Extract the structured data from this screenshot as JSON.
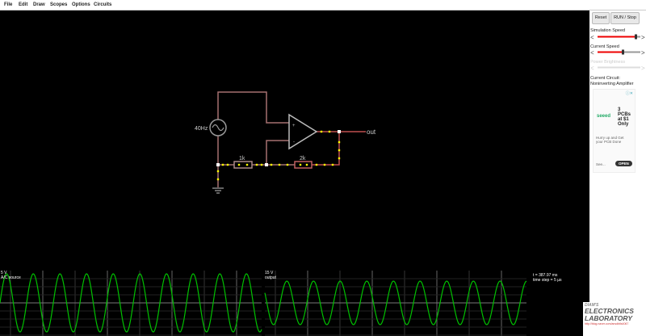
{
  "menu": [
    "File",
    "Edit",
    "Draw",
    "Scopes",
    "Options",
    "Circuits"
  ],
  "panel": {
    "reset": "Reset",
    "run_stop": "RUN / Stop",
    "sim_speed_label": "Simulation Speed",
    "sim_speed": 0.9,
    "current_speed_label": "Current Speed",
    "current_speed": 0.5,
    "power_brightness_label": "Power Brightness",
    "current_circuit_label": "Current Circuit:",
    "current_circuit": "Noninverting Amplifier"
  },
  "ad": {
    "brand": "seeed",
    "headline": "3 PCBs at $1 Only",
    "body": "Hurry up and Get your PCB Done",
    "see": "See...",
    "open": "OPEN"
  },
  "circuit": {
    "source_label": "40Hz",
    "r1": "1k",
    "r2": "2k",
    "out": "out",
    "plus": "+",
    "minus": "-"
  },
  "scopes": [
    {
      "scale": "5 V",
      "name": "A/C source"
    },
    {
      "scale": "15 V",
      "name": "output"
    }
  ],
  "status": {
    "time": "t = 387.97 ms",
    "step": "time step = 5 µs"
  },
  "logo": {
    "top": "DIAM'S",
    "line1": "ELECTRONICS",
    "line2": "LABORATORY",
    "url": "http://blog.naver.com/ansdbtls4067"
  },
  "colors": {
    "wire": "#a67070",
    "current_dot": "#ffff00",
    "trace": "#00c000",
    "active_wire": "#c05050"
  }
}
